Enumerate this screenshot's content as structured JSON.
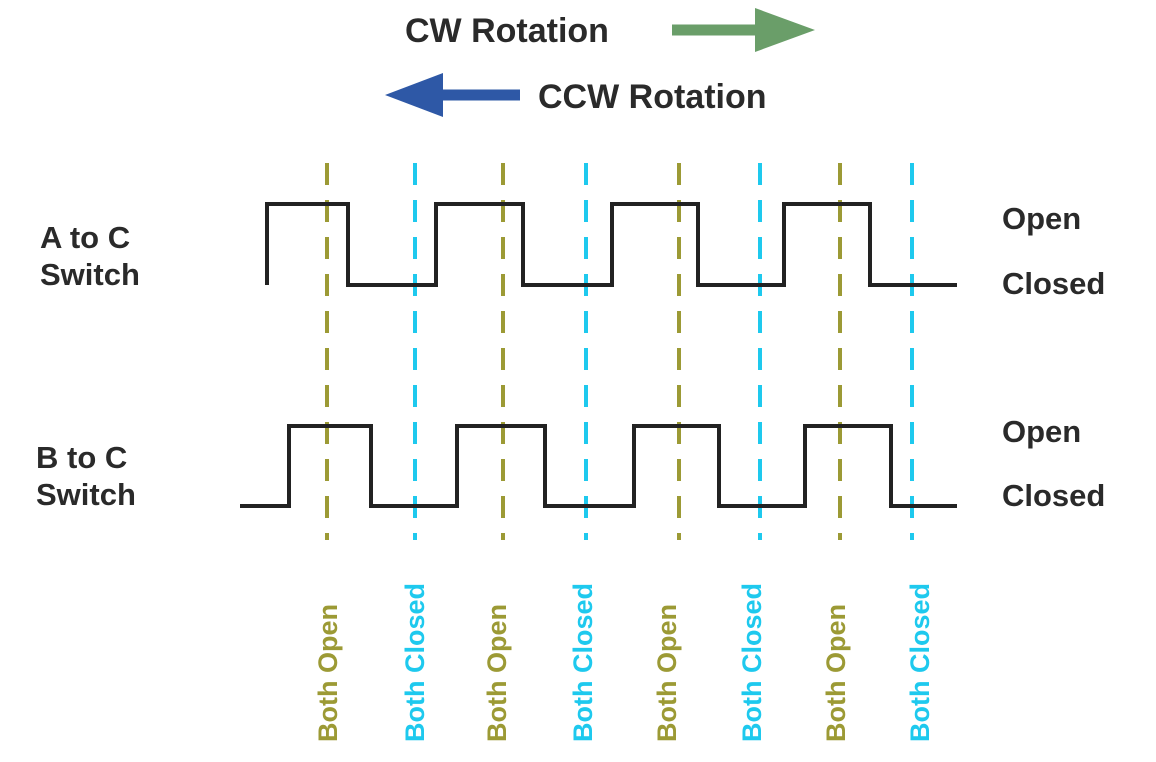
{
  "direction": {
    "cw_label": "CW Rotation",
    "ccw_label": "CCW Rotation",
    "cw_arrow_color": "#6a9e69",
    "ccw_arrow_color": "#2e58a6"
  },
  "channels": [
    {
      "label_line1": "A to C",
      "label_line2": "Switch",
      "high_label": "Open",
      "low_label": "Closed"
    },
    {
      "label_line1": "B to C",
      "label_line2": "Switch",
      "high_label": "Open",
      "low_label": "Closed"
    }
  ],
  "states": [
    {
      "label": "Both Open",
      "color": "#9c9a35"
    },
    {
      "label": "Both Closed",
      "color": "#1ec9ee"
    },
    {
      "label": "Both Open",
      "color": "#9c9a35"
    },
    {
      "label": "Both Closed",
      "color": "#1ec9ee"
    },
    {
      "label": "Both Open",
      "color": "#9c9a35"
    },
    {
      "label": "Both Closed",
      "color": "#1ec9ee"
    },
    {
      "label": "Both Open",
      "color": "#9c9a35"
    },
    {
      "label": "Both Closed",
      "color": "#1ec9ee"
    }
  ],
  "colors": {
    "signal": "#222222",
    "text": "#2a2a2a"
  }
}
